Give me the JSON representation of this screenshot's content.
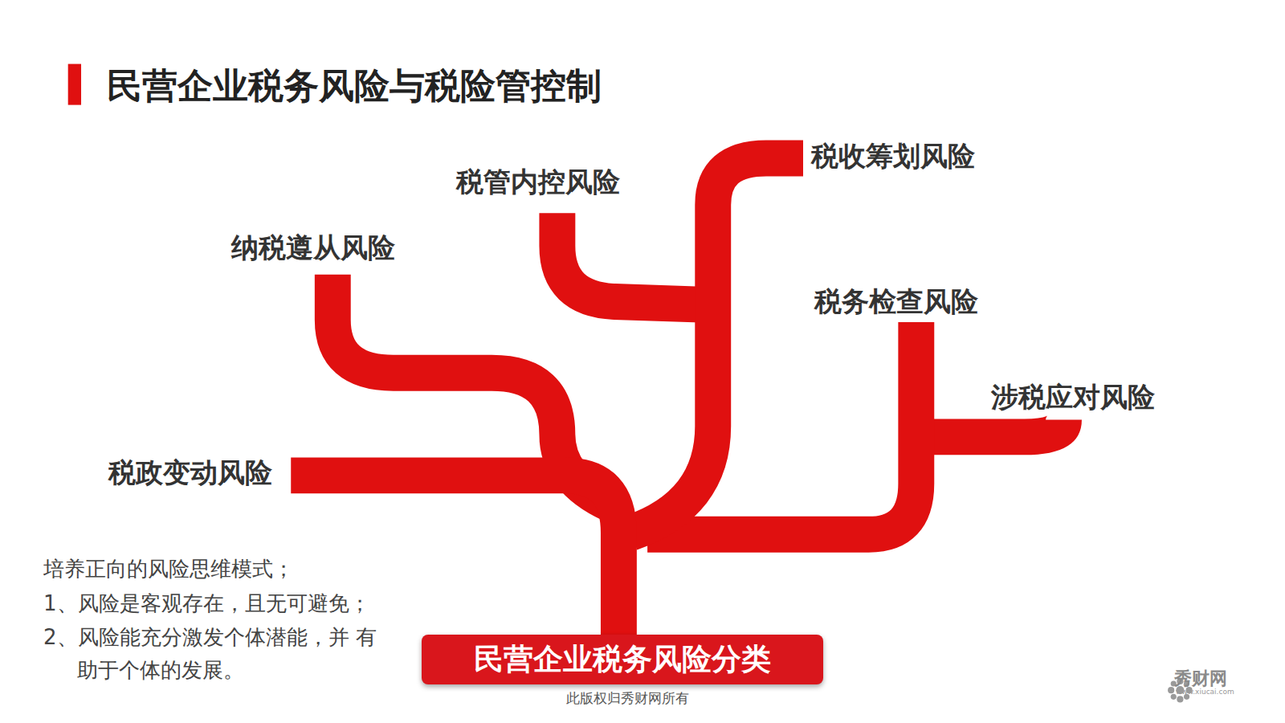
{
  "diagram": {
    "title": "民营企业税务风险与税险管控制",
    "nodes": [
      {
        "text": [
          "民营企业税务风险分类"
        ]
      }
    ],
    "edges": [],
    "labels": [
      "税收筹划风险",
      "税管内控风险",
      "纳税遵从风险",
      "税务检查风险",
      "涉税应对风险",
      "税政变动风险",
      "培养正向的风险思维模式；",
      "1、风险是客观存在，且无可避免；",
      "2、风险能充分激发个体潜能，并 有助于个体的发展。",
      "此版权归秀财网所有",
      "秀财网",
      "www.xiucai.com"
    ]
  }
}
